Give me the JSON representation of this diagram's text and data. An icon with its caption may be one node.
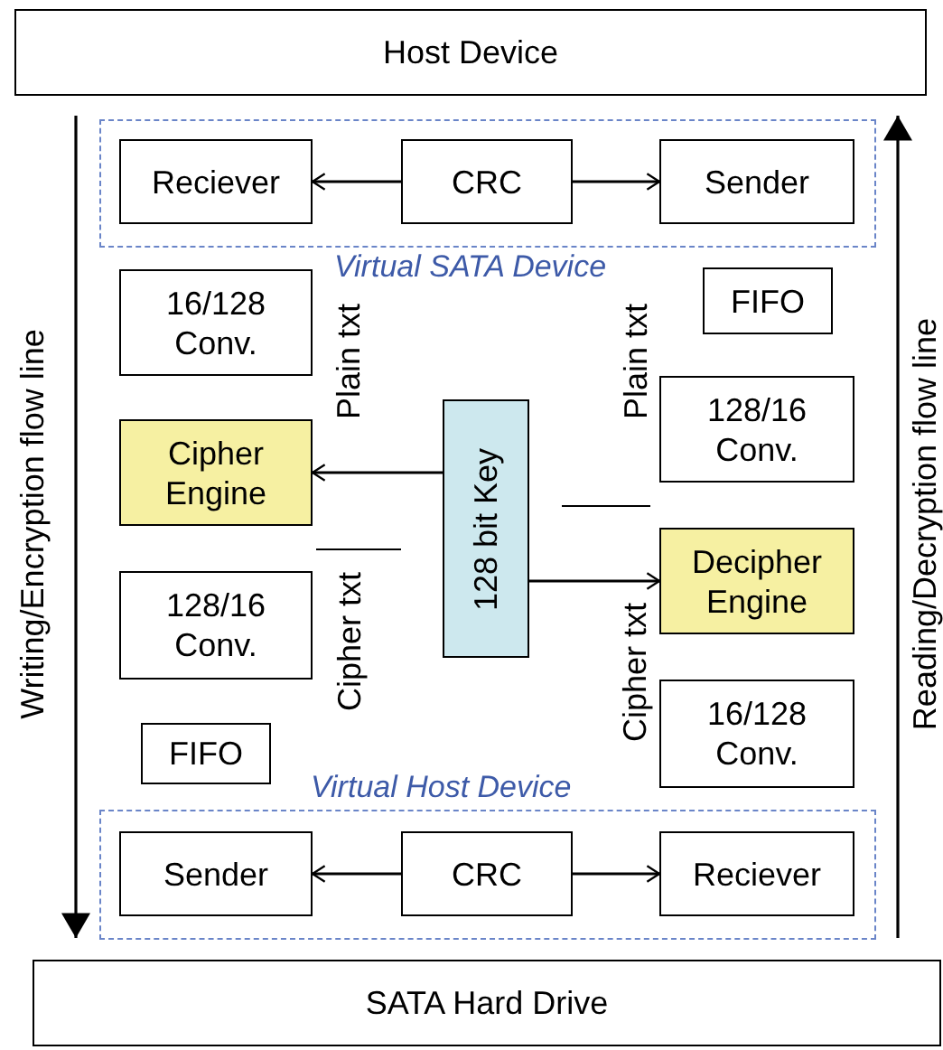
{
  "diagram": {
    "nodes": [
      {
        "text": [
          "Host Device"
        ]
      },
      {
        "text": [
          "Virtual SATA Device"
        ]
      },
      {
        "text": [
          "Reciever"
        ],
        "in": 1
      },
      {
        "text": [
          "CRC"
        ],
        "in": 1
      },
      {
        "text": [
          "Sender"
        ],
        "in": 1
      },
      {
        "text": [
          "16/128 Conv."
        ]
      },
      {
        "text": [
          "FIFO"
        ]
      },
      {
        "text": [
          "Cipher Engine"
        ]
      },
      {
        "text": [
          "128/16 Conv."
        ]
      },
      {
        "text": [
          "128 bit Key"
        ]
      },
      {
        "text": [
          "Decipher Engine"
        ]
      },
      {
        "text": [
          "128/16 Conv."
        ]
      },
      {
        "text": [
          "16/128 Conv."
        ]
      },
      {
        "text": [
          "FIFO"
        ]
      },
      {
        "text": [
          "Virtual Host Device"
        ]
      },
      {
        "text": [
          "Sender"
        ],
        "in": 14
      },
      {
        "text": [
          "CRC"
        ],
        "in": 14
      },
      {
        "text": [
          "Reciever"
        ],
        "in": 14
      },
      {
        "text": [
          "SATA Hard Drive"
        ]
      }
    ],
    "edges": [
      {
        "from": 3,
        "to": 2,
        "arrow": "to"
      },
      {
        "from": 3,
        "to": 4,
        "arrow": "to"
      },
      {
        "from": 9,
        "to": 7,
        "arrow": "to"
      },
      {
        "from": 9,
        "to": 10,
        "arrow": "to"
      },
      {
        "from": 16,
        "to": 15,
        "arrow": "to"
      },
      {
        "from": 16,
        "to": 17,
        "arrow": "to"
      }
    ],
    "labels": [
      "Writing/Encryption flow line",
      "Plain txt",
      "Plain txt",
      "Cipher txt",
      "Cipher txt",
      "Reading/Decryption flow line"
    ]
  }
}
